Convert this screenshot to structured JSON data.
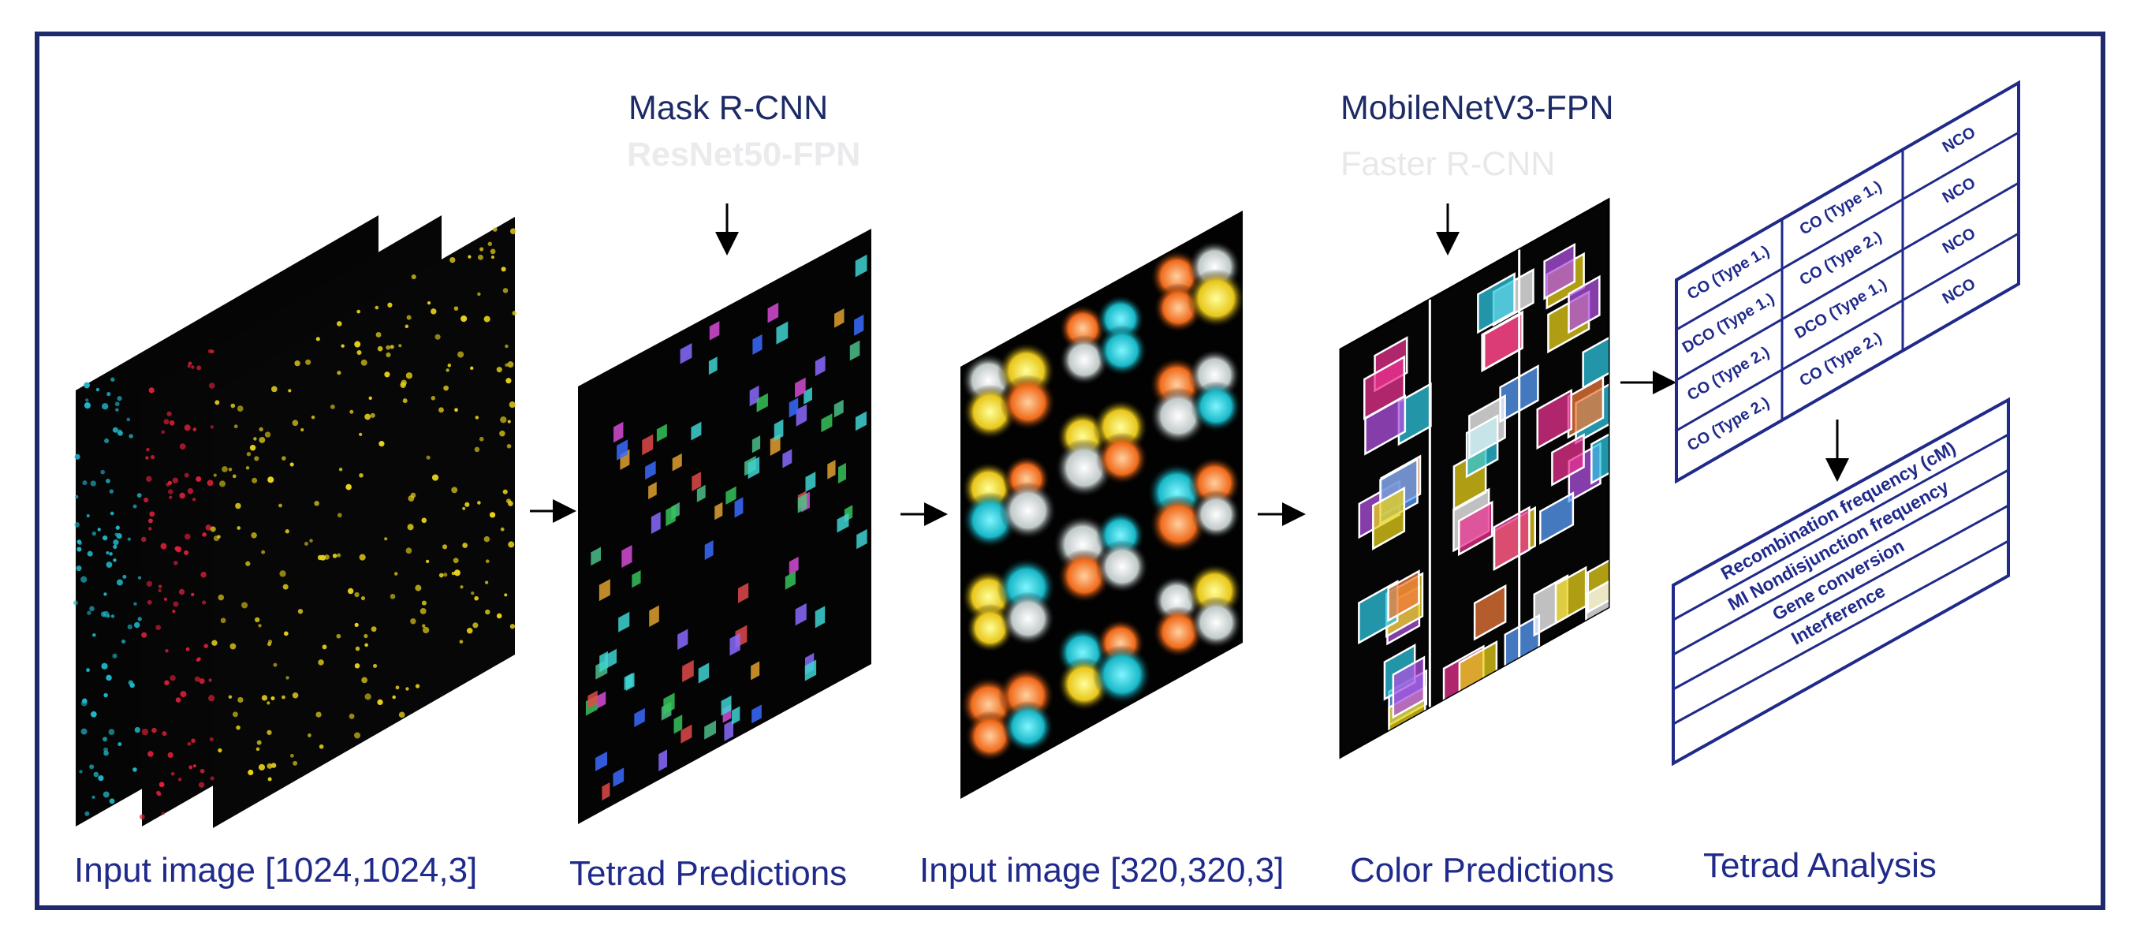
{
  "stages": {
    "input_large_label": "Input image [1024,1024,3]",
    "tetrad_pred_label": "Tetrad Predictions",
    "input_small_label": "Input image [320,320,3]",
    "color_pred_label": "Color Predictions",
    "analysis_label": "Tetrad Analysis"
  },
  "models": {
    "mask_rcnn": "Mask R-CNN",
    "mask_backbone": "ResNet50-FPN",
    "mobilenet": "MobileNetV3-FPN",
    "faster_rcnn": "Faster R-CNN"
  },
  "tetrad_table": {
    "rows": [
      [
        "CO (Type 2.)",
        "CO (Type 2.)",
        "NCO"
      ],
      [
        "CO (Type 2.)",
        "DCO (Type 1.)",
        "NCO"
      ],
      [
        "DCO (Type 1.)",
        "CO (Type 2.)",
        "NCO"
      ],
      [
        "CO (Type 1.)",
        "CO (Type 1.)",
        "NCO"
      ]
    ]
  },
  "metrics_table": {
    "rows": [
      "Recombination frequency (cM)",
      "MI Nondisjunction frequency",
      "Gene conversion",
      "Interference",
      ""
    ]
  },
  "colors": {
    "frame": "#1f2a6e",
    "text": "#1f2a8a",
    "cyan": "#1fb6c9",
    "red": "#e0203a",
    "yellow": "#e8d21a",
    "magenta": "#e8318f"
  }
}
